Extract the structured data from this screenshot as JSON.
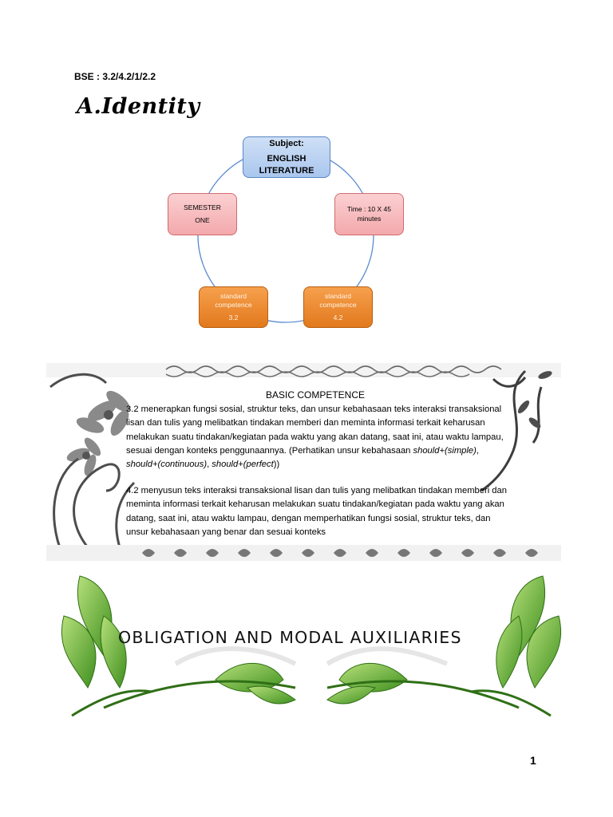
{
  "header": {
    "bse": "BSE : 3.2/4.2/1/2.2",
    "section_title": "A.Identity"
  },
  "diagram": {
    "subject_label": "Subject:",
    "subject_value_1": "ENGLISH",
    "subject_value_2": "LITERATURE",
    "time_1": "Time : 10 X 45",
    "time_2": "minutes",
    "semester_1": "SEMESTER",
    "semester_2": "ONE",
    "sc1_line1": "standard",
    "sc1_line2": "competence",
    "sc1_line3": "3.2",
    "sc2_line1": "standard",
    "sc2_line2": "competence",
    "sc2_line3": "4.2",
    "colors": {
      "blue": "#a9c6ee",
      "pink": "#f3a9ac",
      "orange": "#e2791d"
    }
  },
  "competence": {
    "heading": "BASIC COMPETENCE",
    "p1_text": "3.2 menerapkan fungsi sosial, struktur teks, dan unsur kebahasaan teks interaksi transaksional lisan dan tulis yang melibatkan tindakan memberi dan meminta informasi terkait keharusan melakukan suatu tindakan/kegiatan pada waktu yang akan datang, saat ini, atau waktu lampau, sesuai dengan konteks penggunaannya. (Perhatikan unsur kebahasaan ",
    "p1_i1": "should+(simple)",
    "p1_sep1": ", ",
    "p1_i2": "should+(continuous)",
    "p1_sep2": ", ",
    "p1_i3": "should+(perfect",
    "p1_end": "))",
    "p2_text": "4.2 menyusun teks interaksi transaksional lisan dan tulis yang melibatkan tindakan memberi dan meminta informasi terkait keharusan melakukan suatu tindakan/kegiatan pada waktu yang akan datang, saat ini, atau waktu lampau, dengan memperhatikan fungsi sosial, struktur teks, dan unsur kebahasaan yang benar dan sesuai konteks"
  },
  "banner": {
    "title": "OBLIGATION AND MODAL AUXILIARIES"
  },
  "footer": {
    "page_number": "1"
  }
}
